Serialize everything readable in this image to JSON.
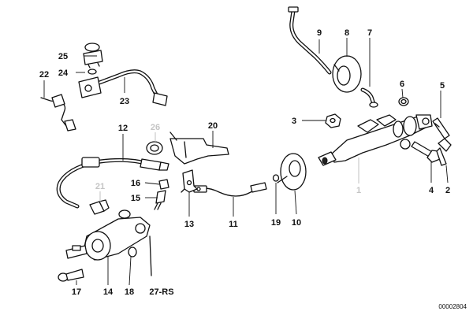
{
  "callouts": {
    "c1": "1",
    "c2": "2",
    "c3": "3",
    "c4": "4",
    "c5": "5",
    "c6": "6",
    "c7": "7",
    "c8": "8",
    "c9": "9",
    "c10": "10",
    "c11": "11",
    "c12": "12",
    "c13": "13",
    "c14": "14",
    "c15": "15",
    "c16": "16",
    "c17": "17",
    "c18": "18",
    "c19": "19",
    "c20": "20",
    "c21": "21",
    "c22": "22",
    "c23": "23",
    "c24": "24",
    "c25": "25",
    "c26": "26",
    "c27": "27-RS"
  },
  "reference_code": "00002804",
  "colors": {
    "ink": "#111111",
    "faded_callout": "#c4c4c4",
    "background": "#ffffff"
  }
}
